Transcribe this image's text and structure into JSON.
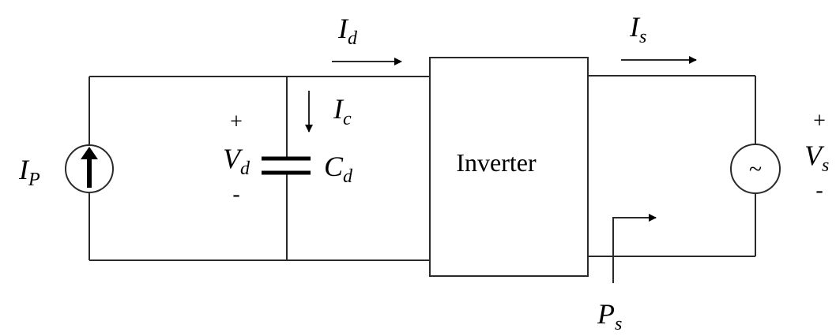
{
  "labels": {
    "source_current": {
      "main": "I",
      "sub": "P"
    },
    "dc_link_current": {
      "main": "I",
      "sub": "d"
    },
    "cap_current": {
      "main": "I",
      "sub": "c"
    },
    "dc_voltage": {
      "main": "V",
      "sub": "d",
      "plus": "+",
      "minus": "-"
    },
    "capacitor": {
      "main": "C",
      "sub": "d"
    },
    "inverter": "Inverter",
    "grid_current": {
      "main": "I",
      "sub": "s"
    },
    "grid_voltage": {
      "main": "V",
      "sub": "s",
      "plus": "+",
      "minus": "-"
    },
    "grid_power": {
      "main": "P",
      "sub": "s"
    },
    "ac_symbol": "~"
  }
}
